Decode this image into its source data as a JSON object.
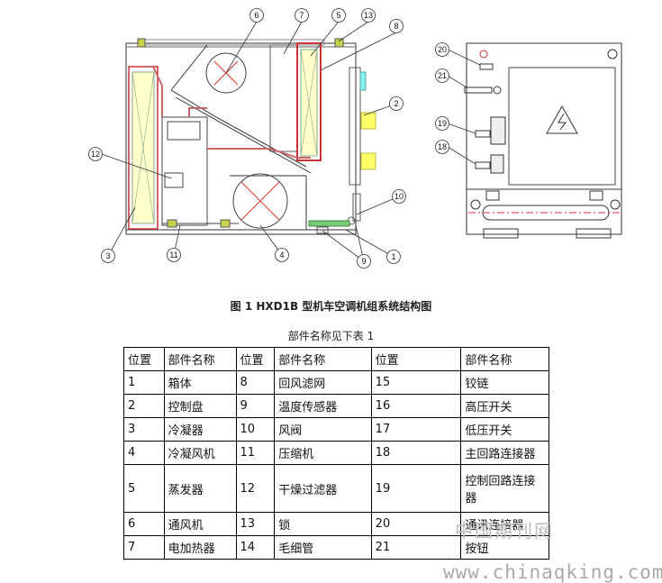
{
  "figure": {
    "caption": "图 1  HXD1B 型机车空调机组系统结构图",
    "callouts": [
      "1",
      "2",
      "3",
      "4",
      "5",
      "6",
      "7",
      "8",
      "9",
      "10",
      "11",
      "12",
      "13",
      "18",
      "19",
      "20",
      "21"
    ]
  },
  "table": {
    "caption": "部件名称见下表 1",
    "headers": [
      "位置",
      "部件名称",
      "位置",
      "部件名称",
      "位置",
      "部件名称"
    ],
    "rows": [
      [
        "1",
        "箱体",
        "8",
        "回风滤网",
        "15",
        "铰链"
      ],
      [
        "2",
        "控制盘",
        "9",
        "温度传感器",
        "16",
        "高压开关"
      ],
      [
        "3",
        "冷凝器",
        "10",
        "风阀",
        "17",
        "低压开关"
      ],
      [
        "4",
        "冷凝风机",
        "11",
        "压缩机",
        "18",
        "主回路连接器"
      ],
      [
        "5",
        "蒸发器",
        "12",
        "干燥过滤器",
        "19",
        "控制回路连接器"
      ],
      [
        "6",
        "通风机",
        "13",
        "锁",
        "20",
        "通讯连接器"
      ],
      [
        "7",
        "电加热器",
        "14",
        "毛细管",
        "21",
        "按钮"
      ]
    ]
  },
  "watermark": {
    "cn": "中国期刊网",
    "url": "www.chinaqking.com"
  }
}
